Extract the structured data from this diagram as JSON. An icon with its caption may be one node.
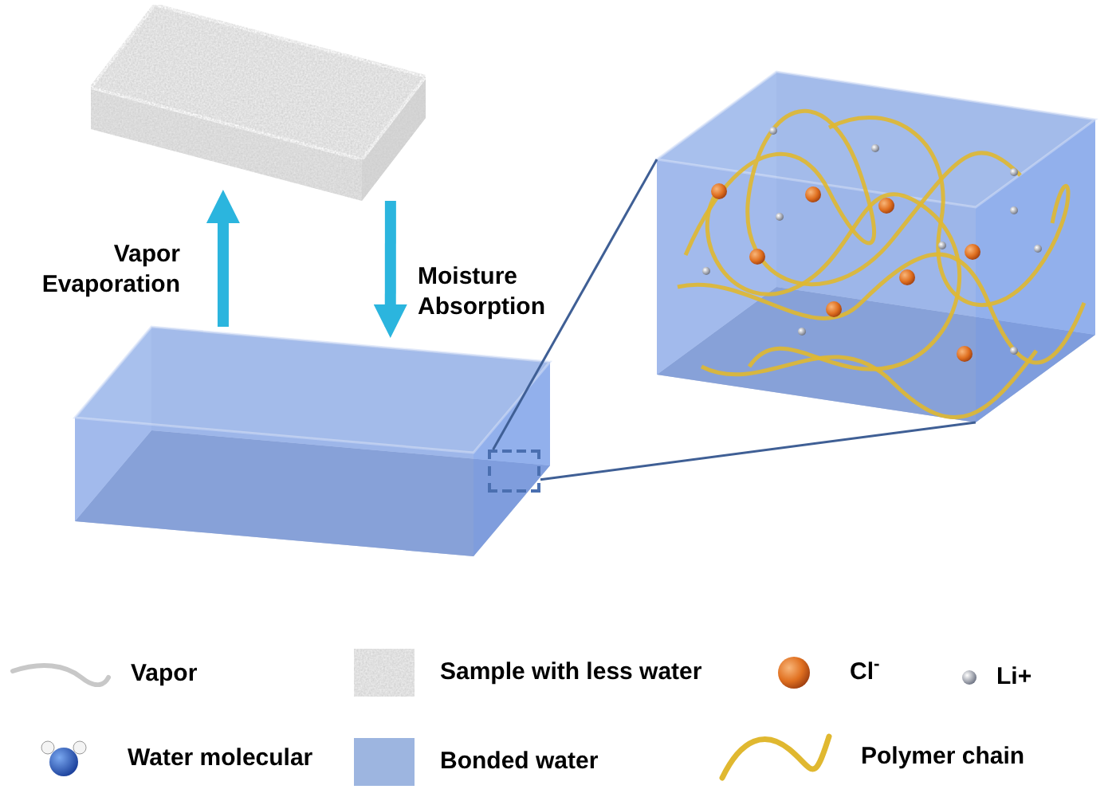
{
  "diagram": {
    "nodes": [
      {
        "text": [],
        "shape": "box"
      },
      {
        "text": [],
        "shape": "box"
      },
      {
        "text": [],
        "shape": "box",
        "in": 1
      },
      {
        "text": [],
        "shape": "box"
      }
    ],
    "edges": [
      {
        "from": 1,
        "to": 0,
        "arrow": "to",
        "label": "Vapor Evaporation",
        "style": "thick",
        "color": "#2bb5de"
      },
      {
        "from": 0,
        "to": 1,
        "arrow": "to",
        "label": "Moisture Absorption",
        "style": "thick",
        "color": "#2bb5de"
      },
      {
        "from": 2,
        "to": 3,
        "arrow": "none",
        "color": "#3f5f95"
      },
      {
        "from": 2,
        "to": 3,
        "arrow": "none",
        "color": "#3f5f95"
      }
    ],
    "legend": [
      {
        "text": "Vapor"
      },
      {
        "text": "Sample with less water"
      },
      {
        "text": "Cl$^{-}$"
      },
      {
        "text": "Li+"
      },
      {
        "text": "Water molecular"
      },
      {
        "text": "Bonded water",
        "color": "#9db5e0"
      },
      {
        "text": "Polymer chain"
      }
    ]
  }
}
